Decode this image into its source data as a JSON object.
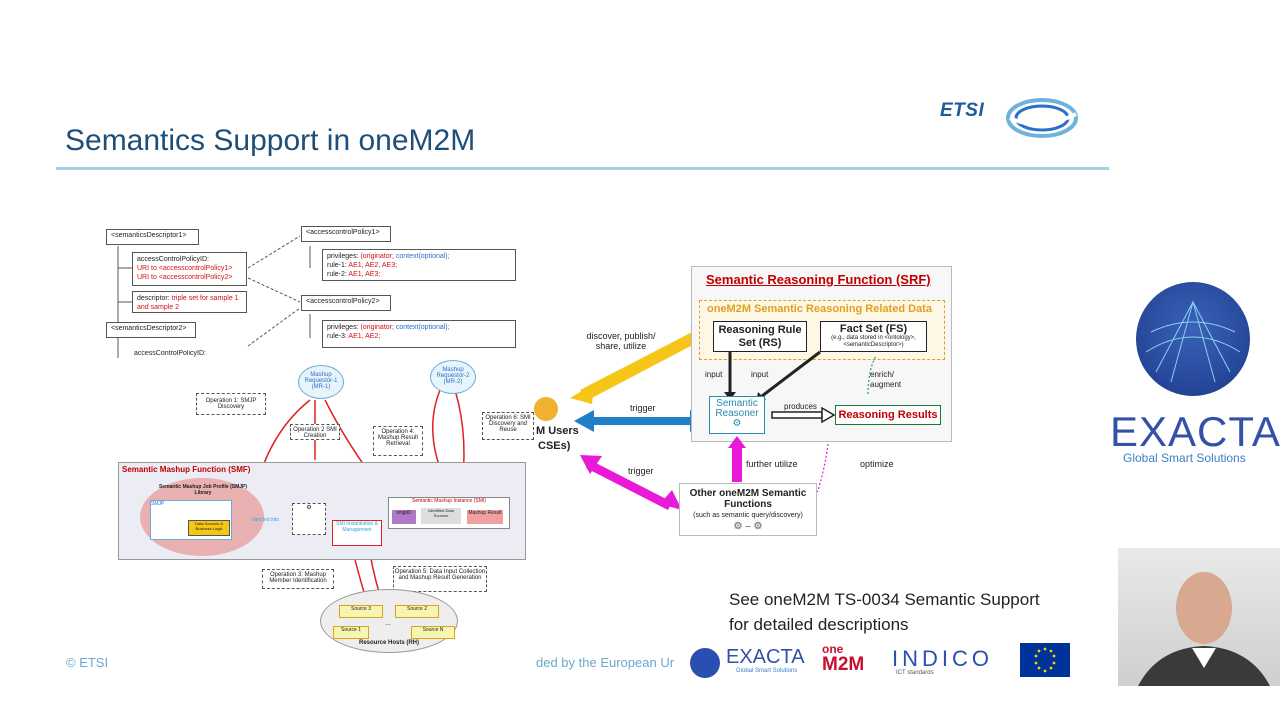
{
  "slide": {
    "title": "Semantics Support in oneM2M",
    "reference_line1": "See oneM2M TS-0034 Semantic Support",
    "reference_line2": "for detailed descriptions",
    "footer_left": "© ETSI",
    "footer_mid": "ded by the European Ur",
    "etsi_logo": "ETSI"
  },
  "left_diagram": {
    "sd1": "<semanticsDescriptor1>",
    "acp_id": "accessControlPolicyID:",
    "uri1": "URI to <accesscontrolPolicy1>",
    "uri2": "URI to <accesscontrolPolicy2>",
    "descriptor_label": "descriptor:",
    "descriptor_value": "triple set for sample 1 and sample 2",
    "sd2": "<semanticsDescriptor2>",
    "sd2_partial": "accessControlPolicyID:",
    "acp1": "<accesscontrolPolicy1>",
    "acp1_priv": "privileges:",
    "acp1_priv_a": "(originator;",
    "acp1_priv_b": "context(optional);",
    "acp1_rule1": "rule-1:",
    "acp1_rule1_v": "AE1, AE2, AE3;",
    "acp1_rule2": "rule-2:",
    "acp1_rule2_v": "AE1, AE3;",
    "acp2": "<accesscontrolPolicy2>",
    "acp2_priv": "privileges:",
    "acp2_priv_a": "(originator;",
    "acp2_priv_b": "context(optional);",
    "acp2_rule3": "rule-3:",
    "acp2_rule3_v": "AE1, AE2;",
    "mr1": "Mashup Requestor-1 (MR-1)",
    "mr2": "Mashup Requestor-2 (MR-2)",
    "op1": "Operation 1: SMJP Discovery",
    "op2": "Operation 2 SMI Creation",
    "op4": "Operation 4: Mashup Result Retrieval",
    "op6": "Operation 6: SMI Discovery and Reuse",
    "smf": "Semantic Mashup Function (SMF)",
    "smjp_lib": "Semantic Mashup Job Profile (SMJP) Library",
    "smjp": "SMJP",
    "data_sources": "Data Sources & Business Logic",
    "injected": "Injected into",
    "smi_inst": "SMI Instantiation & Management",
    "smi": "Semantic Mashup Instance (SMI)",
    "smjpid": "smjpID",
    "identified": "Identified Data Sources",
    "mashup_result": "Mashup Result",
    "op3": "Operation 3: Mashup Member Identification",
    "op5": "Operation 5: Data Input Collection and Mashup Result Generation",
    "src3": "Source 3",
    "src2": "Source 2",
    "src1": "Source 1",
    "srcn": "Source N",
    "ellipsis": "...",
    "hosts": "Resource Hosts (RH)"
  },
  "right_diagram": {
    "users": "M Users",
    "users2": "CSEs)",
    "discover": "discover, publish/ share, utilize",
    "trigger1": "trigger",
    "trigger2": "trigger",
    "srf_title": "Semantic Reasoning Function (SRF)",
    "related_data": "oneM2M Semantic Reasoning Related Data",
    "rule_set": "Reasoning Rule Set (RS)",
    "fact_set": "Fact Set (FS)",
    "fact_set_note": "(e.g., data stored in <ontology>, <semanticDescriptor>)",
    "input1": "input",
    "input2": "input",
    "enrich": "enrich/ augment",
    "reasoner": "Semantic Reasoner",
    "produces": "produces",
    "results": "Reasoning Results",
    "further": "further utilize",
    "optimize": "optimize",
    "other_title": "Other oneM2M Semantic Functions",
    "other_note": "(such as semantic query/discovery)",
    "dash": "–"
  },
  "exacta": {
    "name": "EXACTA",
    "tagline": "Global Smart Solutions"
  },
  "bottom_logos": {
    "exacta": "EXACTA",
    "exacta_tag": "Global Smart Solutions",
    "onem2m_a": "one",
    "onem2m_b": "M2M",
    "indico": "INDICO",
    "indico_tag": "ICT standards"
  },
  "colors": {
    "title": "#1f4e79",
    "accent_yellow": "#f5c518",
    "accent_blue": "#1f7fc8",
    "accent_magenta": "#e81ad8",
    "red": "#c00000"
  }
}
